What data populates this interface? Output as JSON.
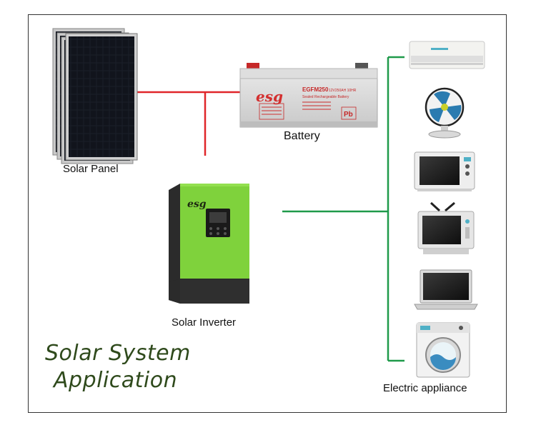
{
  "labels": {
    "solar_panel": "Solar Panel",
    "battery": "Battery",
    "solar_inverter": "Solar Inverter",
    "electric_appliance": "Electric appliance"
  },
  "title": {
    "line1": "Solar System",
    "line2": "Application"
  },
  "battery_text": {
    "model": "EGFM250",
    "spec": "12V250AH 10HR",
    "sub": "Sealed Rechargeable Battery",
    "pb": "Pb"
  },
  "brand": "esg",
  "appliances": [
    "air-conditioner",
    "fan",
    "microwave",
    "television",
    "laptop",
    "washing-machine"
  ],
  "colors": {
    "dc_wire": "#e0262a",
    "ac_wire": "#1f9a4a",
    "inverter_green": "#7fd23c",
    "inverter_dark": "#2b2b2b",
    "title_text": "#2f4a1c"
  }
}
